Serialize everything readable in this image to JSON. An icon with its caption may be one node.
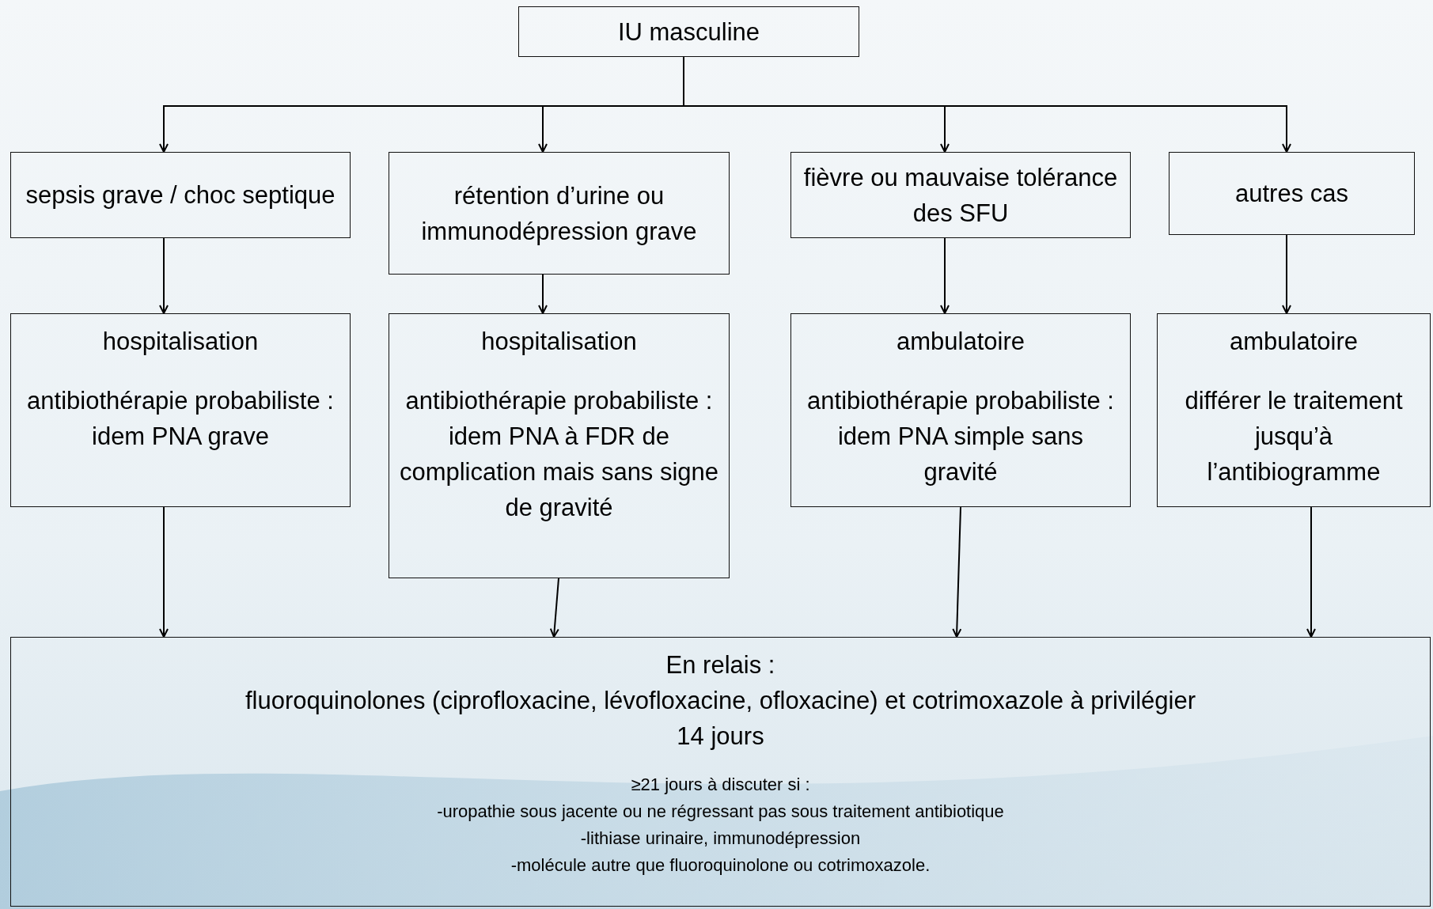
{
  "diagram": {
    "nodes": [
      {
        "text": [
          "IU masculine"
        ]
      },
      {
        "text": [
          "sepsis grave / choc septique"
        ]
      },
      {
        "text": [
          "rétention d’urine ou immunodépression grave"
        ]
      },
      {
        "text": [
          "fièvre ou mauvaise tolérance des SFU"
        ]
      },
      {
        "text": [
          "autres cas"
        ]
      },
      {
        "text": [
          "hospitalisation",
          "antibiothérapie probabiliste :  idem PNA grave"
        ]
      },
      {
        "text": [
          "hospitalisation",
          "antibiothérapie probabiliste :  idem PNA à FDR de complication mais sans signe de gravité"
        ]
      },
      {
        "text": [
          "ambulatoire",
          "antibiothérapie probabiliste : idem PNA simple sans gravité"
        ]
      },
      {
        "text": [
          "ambulatoire",
          "différer le traitement jusqu’à l’antibiogramme"
        ]
      },
      {
        "text": [
          "En relais :",
          "fluoroquinolones (ciprofloxacine, lévofloxacine, ofloxacine) et cotrimoxazole à privilégier",
          "14 jours",
          "≥21 jours à discuter si :",
          "-uropathie sous jacente ou ne régressant pas sous traitement antibiotique",
          "-lithiase urinaire, immunodépression",
          "-molécule autre que fluoroquinolone ou cotrimoxazole."
        ]
      }
    ],
    "edges": [
      {
        "from": 0,
        "to": 1,
        "arrow": "to"
      },
      {
        "from": 0,
        "to": 2,
        "arrow": "to"
      },
      {
        "from": 0,
        "to": 3,
        "arrow": "to"
      },
      {
        "from": 0,
        "to": 4,
        "arrow": "to"
      },
      {
        "from": 1,
        "to": 5,
        "arrow": "to"
      },
      {
        "from": 2,
        "to": 6,
        "arrow": "to"
      },
      {
        "from": 3,
        "to": 7,
        "arrow": "to"
      },
      {
        "from": 4,
        "to": 8,
        "arrow": "to"
      },
      {
        "from": 5,
        "to": 9,
        "arrow": "to"
      },
      {
        "from": 6,
        "to": 9,
        "arrow": "to"
      },
      {
        "from": 7,
        "to": 9,
        "arrow": "to"
      },
      {
        "from": 8,
        "to": 9,
        "arrow": "to"
      }
    ]
  }
}
